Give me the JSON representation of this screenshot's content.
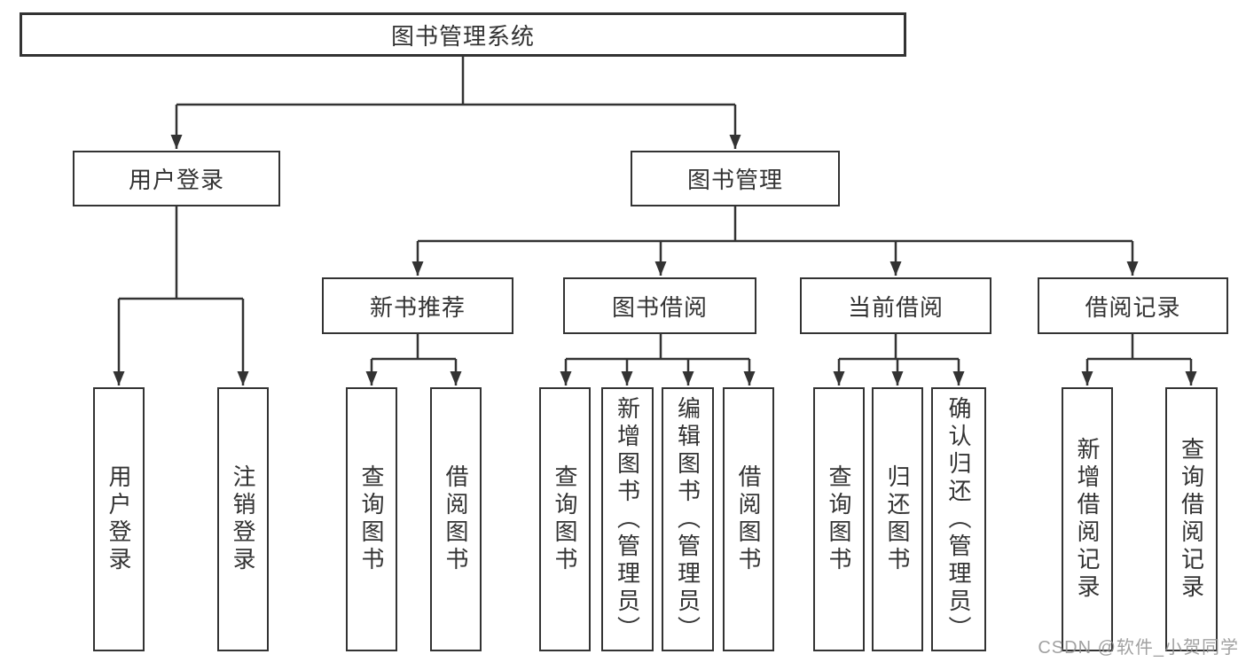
{
  "diagram": {
    "root": {
      "label": "图书管理系统"
    },
    "level2": [
      {
        "label": "用户登录"
      },
      {
        "label": "图书管理"
      }
    ],
    "level3": [
      {
        "label": "新书推荐"
      },
      {
        "label": "图书借阅"
      },
      {
        "label": "当前借阅"
      },
      {
        "label": "借阅记录"
      }
    ],
    "leaves": {
      "user_login": [
        "用户登录",
        "注销登录"
      ],
      "new_books": [
        "查询图书",
        "借阅图书"
      ],
      "book_borrow": [
        "查询图书",
        "新增图书（管理员）",
        "编辑图书（管理员）",
        "借阅图书"
      ],
      "current_borrow": [
        "查询图书",
        "归还图书",
        "确认归还（管理员）"
      ],
      "borrow_records": [
        "新增借阅记录",
        "查询借阅记录"
      ]
    },
    "colors": {
      "line": "#333333",
      "box_border": "#333333",
      "text": "#333333",
      "watermark": "#919191"
    }
  },
  "watermark": {
    "text": "CSDN @软件_小贺同学"
  }
}
